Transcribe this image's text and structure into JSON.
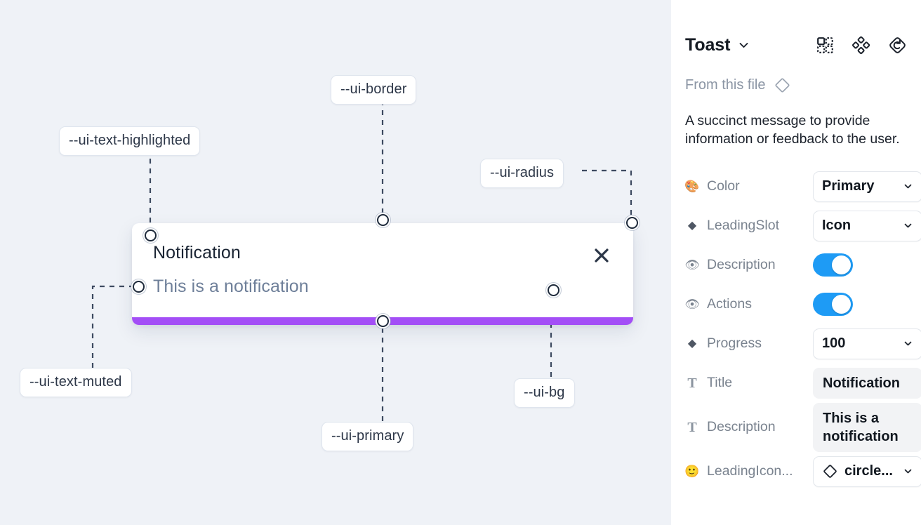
{
  "canvas": {
    "background_color": "#eff2f7",
    "annotations": [
      {
        "id": "ui-text-highlighted",
        "label": "--ui-text-highlighted"
      },
      {
        "id": "ui-border",
        "label": "--ui-border"
      },
      {
        "id": "ui-radius",
        "label": "--ui-radius"
      },
      {
        "id": "ui-text-muted",
        "label": "--ui-text-muted"
      },
      {
        "id": "ui-primary",
        "label": "--ui-primary"
      },
      {
        "id": "ui-bg",
        "label": "--ui-bg"
      }
    ],
    "toast": {
      "title": "Notification",
      "description": "This is a notification",
      "close_icon": "close-icon",
      "progress_color": "#a34ef6",
      "background_color": "#ffffff",
      "title_color": "#1a2433",
      "description_color": "#6e7f99"
    }
  },
  "panel": {
    "title": "Toast",
    "title_caret_icon": "chevron-down-icon",
    "header_icons": [
      {
        "name": "component-icon"
      },
      {
        "name": "variants-icon"
      },
      {
        "name": "reset-icon"
      }
    ],
    "from_file": {
      "label": "From this file",
      "icon": "diamond-icon"
    },
    "description": "A succinct message to provide information or feedback to the user.",
    "properties": [
      {
        "icon": "palette-emoji",
        "icon_glyph": "🎨",
        "icon_kind": "emoji",
        "label": "Color",
        "control": "select",
        "value": "Primary"
      },
      {
        "icon": "diamond-icon",
        "icon_glyph": "◆",
        "icon_kind": "diamond",
        "label": "LeadingSlot",
        "control": "select",
        "value": "Icon"
      },
      {
        "icon": "eye-emoji",
        "icon_glyph": "👁",
        "icon_kind": "emoji",
        "label": "Description",
        "control": "toggle",
        "value": "on"
      },
      {
        "icon": "eye-emoji",
        "icon_glyph": "👁",
        "icon_kind": "emoji",
        "label": "Actions",
        "control": "toggle",
        "value": "on"
      },
      {
        "icon": "diamond-icon",
        "icon_glyph": "◆",
        "icon_kind": "diamond",
        "label": "Progress",
        "control": "select",
        "value": "100"
      },
      {
        "icon": "text-icon",
        "icon_glyph": "T",
        "icon_kind": "t",
        "label": "Title",
        "control": "field",
        "value": "Notification"
      },
      {
        "icon": "text-icon",
        "icon_glyph": "T",
        "icon_kind": "t",
        "label": "Description",
        "control": "field",
        "value": "This is a notification"
      },
      {
        "icon": "smiley-emoji",
        "icon_glyph": "🙂",
        "icon_kind": "emoji",
        "label": "LeadingIcon...",
        "control": "select-icon",
        "value": "circle..."
      }
    ],
    "toggle_on_color": "#1e9bf5"
  }
}
